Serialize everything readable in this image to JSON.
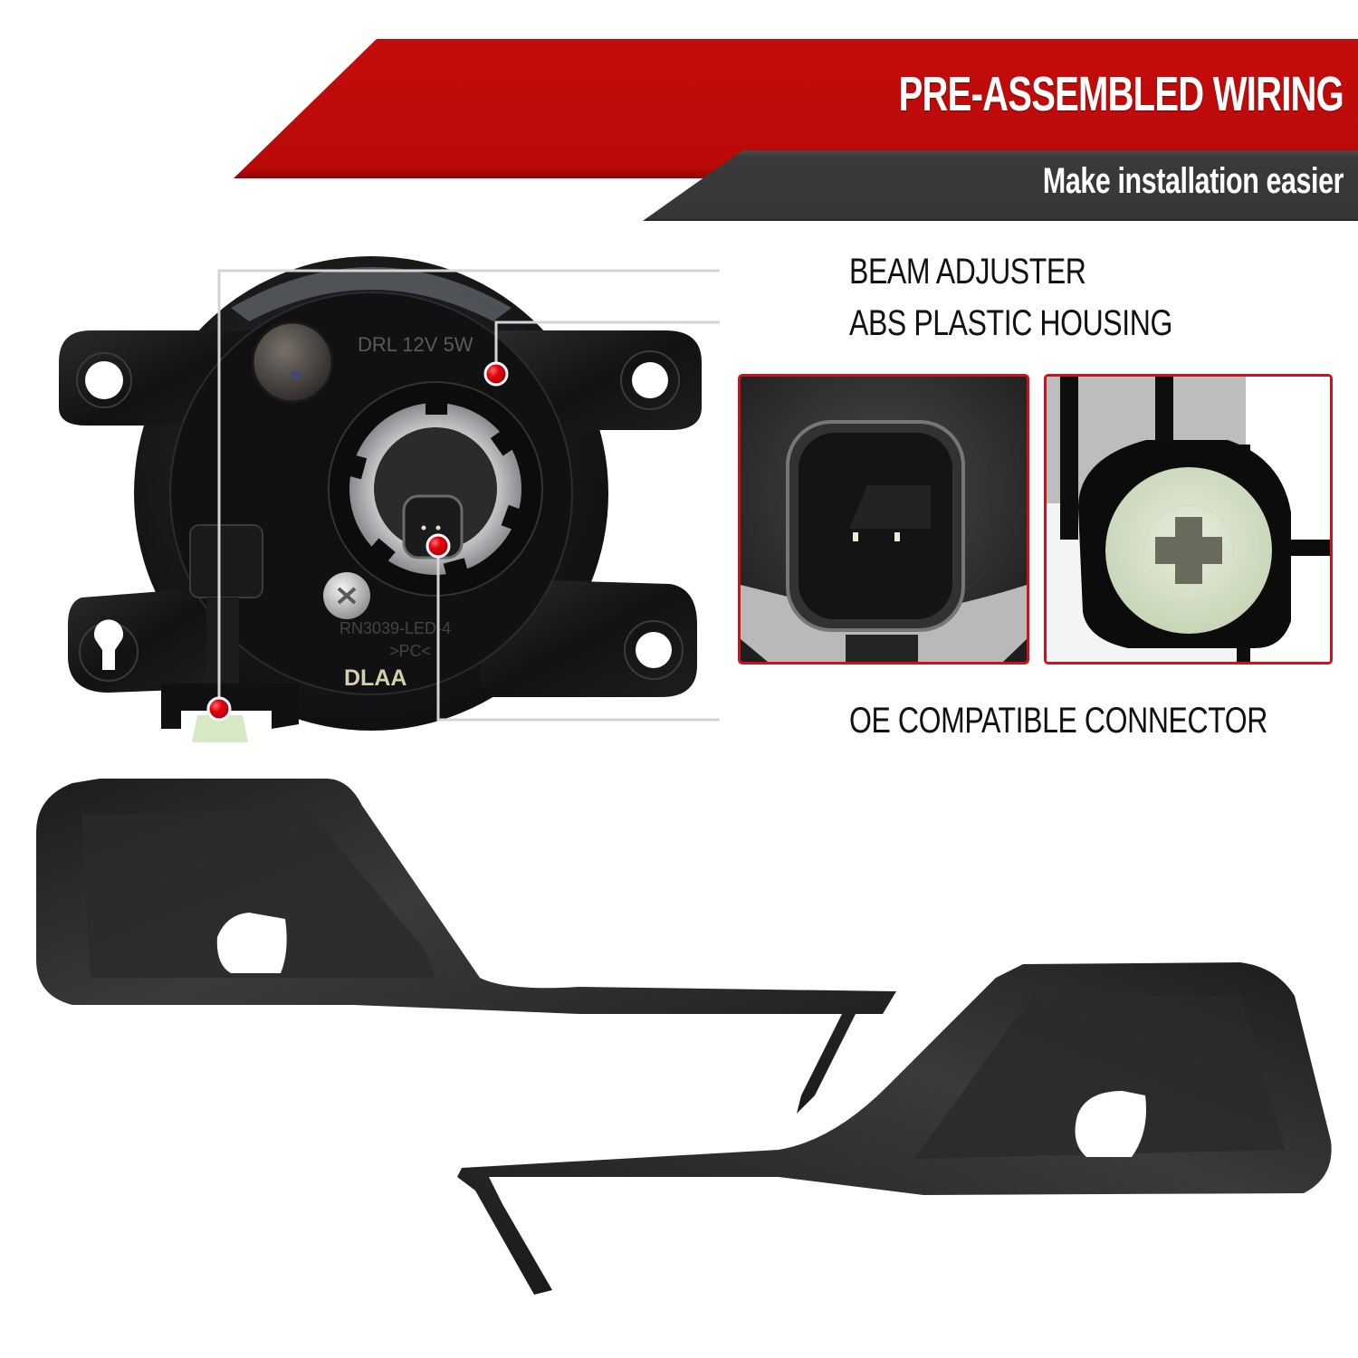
{
  "banner": {
    "title": "PRE-ASSEMBLED WIRING",
    "subtitle": "Make installation easier",
    "colors": {
      "red": "#bd0a0a",
      "dark": "#383838",
      "text": "#ffffff"
    }
  },
  "callouts": [
    {
      "id": "beam-adjuster",
      "label": "BEAM ADJUSTER"
    },
    {
      "id": "abs-plastic-housing",
      "label": "ABS PLASTIC HOUSING"
    },
    {
      "id": "oe-compatible-connector",
      "label": "OE COMPATIBLE CONNECTOR"
    }
  ],
  "product": {
    "lamp_markings": {
      "rating": "DRL 12V 5W",
      "part_number": "RN3039-LED-4",
      "material": ">PC<",
      "code": "DLAA"
    },
    "accent_color": "#e3000f",
    "inset_border_color": "#d0101a"
  },
  "insets": [
    {
      "id": "connector-closeup",
      "subject": "2-pin connector"
    },
    {
      "id": "beam-adjuster-closeup",
      "subject": "beam adjuster knob"
    }
  ]
}
